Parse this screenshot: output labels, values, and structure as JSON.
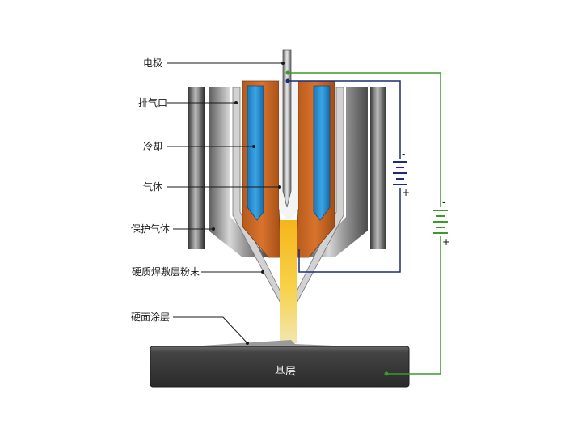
{
  "labels": {
    "electrode": "电极",
    "exhaust": "排气口",
    "cooling": "冷却",
    "gas": "气体",
    "shield_gas": "保护气体",
    "powder": "硬质焊敷层粉末",
    "coating": "硬面涂层",
    "substrate": "基层"
  },
  "battery_small": {
    "minus": "-",
    "plus": "+"
  },
  "battery_large": {
    "minus": "-",
    "plus": "+"
  },
  "colors": {
    "copper": "#c0601e",
    "water": "#2a8fd0",
    "steel": "#8a8a8a",
    "arc": "#f5c51e",
    "wire_green": "#3a9a2a",
    "wire_navy": "#1e2a7a",
    "substrate": "#3a3a3a"
  }
}
